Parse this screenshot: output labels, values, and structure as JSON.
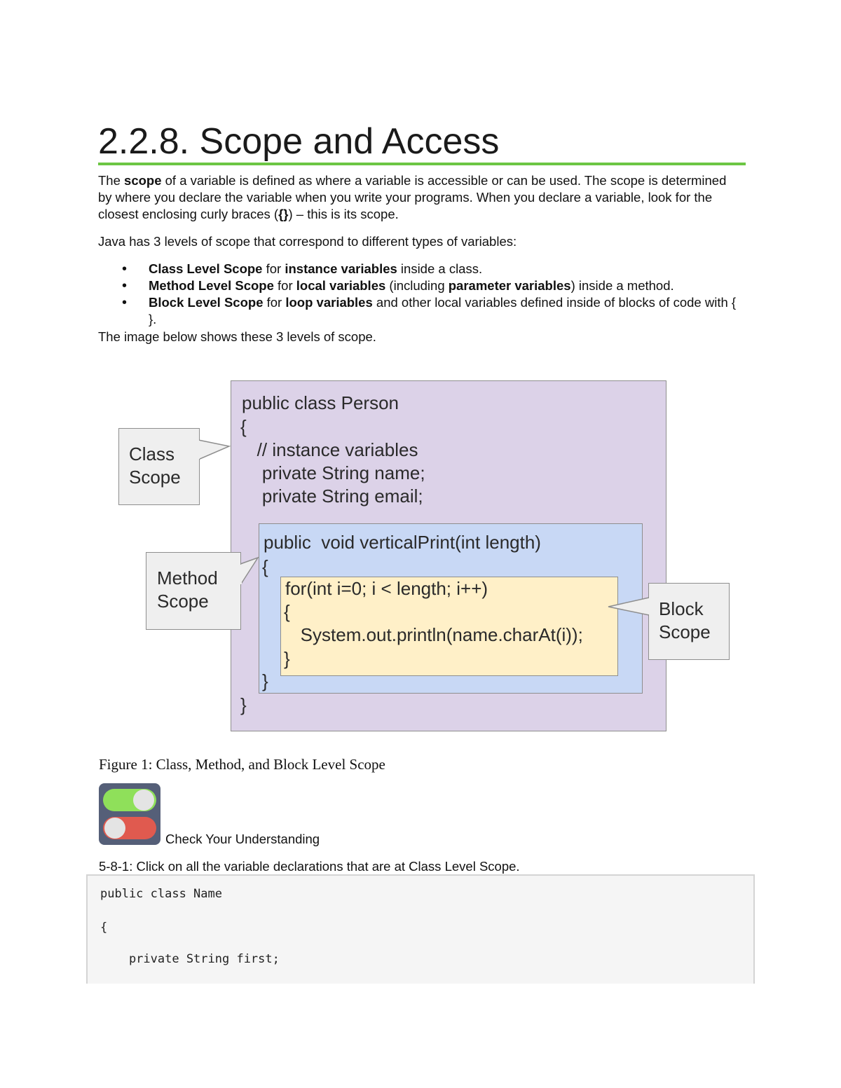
{
  "heading": "2.2.8. Scope and Access",
  "intro": {
    "p1_a": "The ",
    "p1_b": "scope",
    "p1_c": " of a variable is defined as where a variable is accessible or can be used. The scope is determined by where you declare the variable when you write your programs. When you declare a variable, look for the closest enclosing curly braces (",
    "p1_braces": "{}",
    "p1_d": ") – this is its scope.",
    "p2": "Java has 3 levels of scope that correspond to different types of variables:"
  },
  "bullets": [
    {
      "b1": "Class Level Scope",
      "t1": " for ",
      "b2": "instance variables",
      "t2": " inside a class.",
      "b3": "",
      "t3": ""
    },
    {
      "b1": "Method Level Scope",
      "t1": " for ",
      "b2": "local variables",
      "t2": " (including ",
      "b3": "parameter variables",
      "t3": ") inside a method."
    },
    {
      "b1": "Block Level Scope",
      "t1": " for ",
      "b2": "loop variables",
      "t2": " and other local variables defined inside of blocks of code with { }.",
      "b3": "",
      "t3": ""
    }
  ],
  "after_list": "The image below shows these 3 levels of scope.",
  "figure": {
    "class_lines": [
      "public class Person",
      "{",
      "   // instance variables",
      "    private String name;",
      "    private String email;"
    ],
    "class_close": "}",
    "method_lines": [
      "public  void verticalPrint(int length)",
      "{"
    ],
    "method_close": "}",
    "block_lines": [
      "for(int i=0; i < length; i++)",
      "{",
      "   System.out.println(name.charAt(i));",
      "}"
    ],
    "callouts": {
      "class": [
        "Class",
        "Scope"
      ],
      "method": [
        "Method",
        "Scope"
      ],
      "block": [
        "Block",
        "Scope"
      ]
    },
    "caption": "Figure 1: Class, Method, and Block Level Scope"
  },
  "check": {
    "icon": "toggle-switches-icon",
    "label": "Check Your Understanding",
    "question": "5-8-1: Click on all the variable declarations that are at Class Level Scope.",
    "code_lines": [
      "public class Name",
      "",
      "{",
      "",
      "    private String first;"
    ]
  },
  "colors": {
    "accent": "#6cc644",
    "class_scope": "#dcd2e8",
    "method_scope": "#c8d8f5",
    "block_scope": "#fff0c8",
    "toggle_on": "#8fe05a",
    "toggle_off": "#e05a4f"
  }
}
